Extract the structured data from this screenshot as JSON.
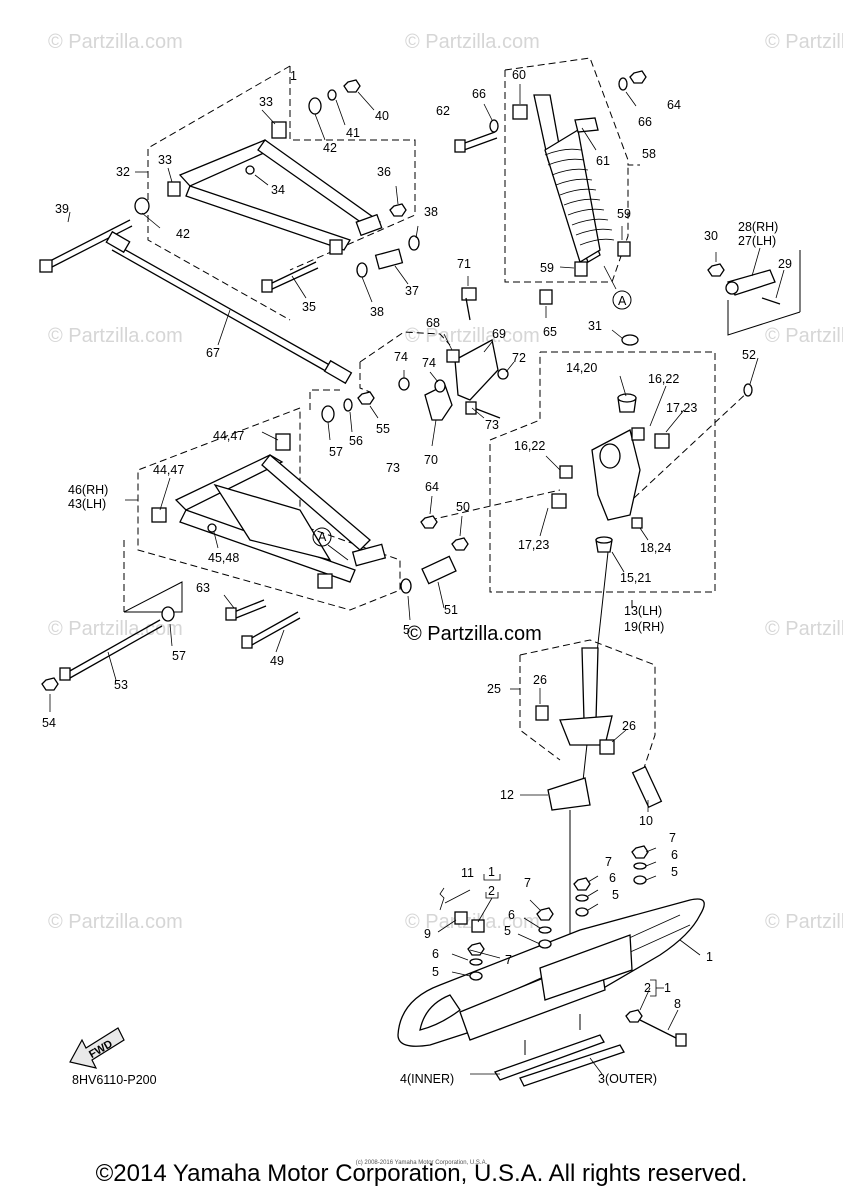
{
  "watermark": {
    "text": "© Partzilla.com",
    "center_text": "© Partzilla.com"
  },
  "fwd_label": "FWD",
  "drawing_code": "8HV6110-P200",
  "copyright": "©2014 Yamaha Motor Corporation, U.S.A. All rights reserved.",
  "small_credit": "(c) 2008-2016 Yamaha Motor Corporation, U.S.A.",
  "callouts": {
    "c1_top": "1",
    "c32": "32",
    "c33a": "33",
    "c33b": "33",
    "c34": "34",
    "c35": "35",
    "c36": "36",
    "c37": "37",
    "c38a": "38",
    "c38b": "38",
    "c39": "39",
    "c40": "40",
    "c41": "41",
    "c42a": "42",
    "c42b": "42",
    "c67": "67",
    "c60": "60",
    "c62": "62",
    "c66a": "66",
    "c66b": "66",
    "c64a": "64",
    "c61": "61",
    "c58": "58",
    "c59a": "59",
    "c59b": "59",
    "c65": "65",
    "cA1": "A",
    "c71": "71",
    "c68": "68",
    "c69": "69",
    "c72": "72",
    "c74a": "74",
    "c74b": "74",
    "c73a": "73",
    "c70": "70",
    "c55": "55",
    "c56": "56",
    "c57a": "57",
    "c73b": "73",
    "c30": "30",
    "c28": "28(RH)",
    "c27": "27(LH)",
    "c29": "29",
    "c31": "31",
    "c52": "52",
    "c14": "14,20",
    "c16a": "16,22",
    "c17a": "17,23",
    "c16b": "16,22",
    "c17b": "17,23",
    "c18": "18,24",
    "c15": "15,21",
    "c13": "13(LH)",
    "c19": "19(RH)",
    "c44a": "44,47",
    "c44b": "44,47",
    "c46": "46(RH)",
    "c43": "43(LH)",
    "c45": "45,48",
    "cA2": "A",
    "c64b": "64",
    "c50": "50",
    "c51": "51",
    "c5a": "5",
    "c63": "63",
    "c49": "49",
    "c57b": "57",
    "c53": "53",
    "c54": "54",
    "c25": "25",
    "c26a": "26",
    "c26b": "26",
    "c12": "12",
    "c10": "10",
    "c7a": "7",
    "c6a": "6",
    "c5b": "5",
    "c7b": "7",
    "c6b": "6",
    "c5c": "5",
    "c11": "11",
    "c1a": "1",
    "c2a": "2",
    "c9": "9",
    "c7c": "7",
    "c6c": "6",
    "c5d": "5",
    "c6d": "6",
    "c5e": "5",
    "c7d": "7",
    "c1b": "1",
    "c1c": "1",
    "c2b": "2",
    "c8": "8",
    "c4": "4(INNER)",
    "c3": "3(OUTER)"
  }
}
